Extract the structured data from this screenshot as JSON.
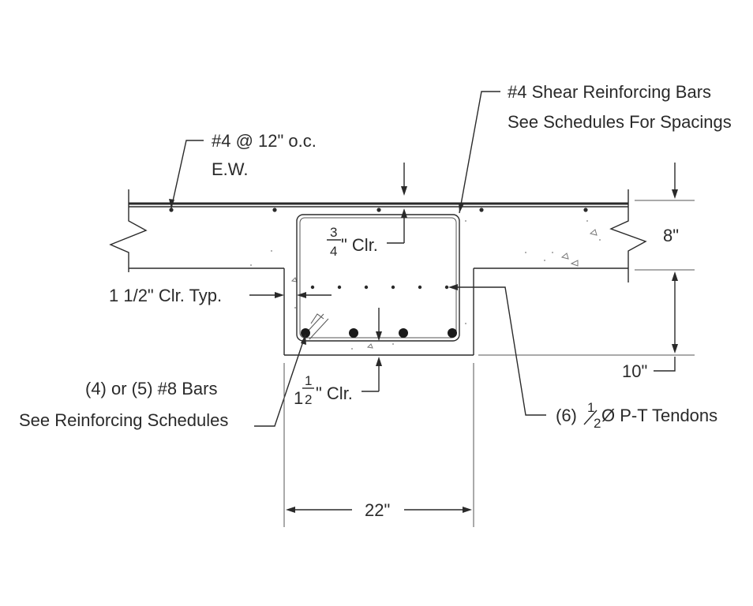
{
  "labels": {
    "top_bars_line1": "#4 @ 12\" o.c.",
    "top_bars_line2": "E.W.",
    "shear_line1": "#4 Shear Reinforcing Bars",
    "shear_line2": "See Schedules For Spacings",
    "top_clear_num": "3",
    "top_clear_den": "4",
    "top_clear_unit": "\" Clr.",
    "slab_depth": "8\"",
    "side_clear": "1 1/2\" Clr. Typ.",
    "beam_depth": "10\"",
    "bottom_bars_line1": "(4) or (5) #8 Bars",
    "bottom_bars_line2": "See Reinforcing Schedules",
    "bottom_clear_whole": "1",
    "bottom_clear_num": "1",
    "bottom_clear_den": "2",
    "bottom_clear_unit": "\" Clr.",
    "tendons_prefix": "(6)",
    "tendons_num": "1",
    "tendons_den": "2",
    "tendons_suffix": "Ø P-T Tendons",
    "beam_width": "22\""
  }
}
